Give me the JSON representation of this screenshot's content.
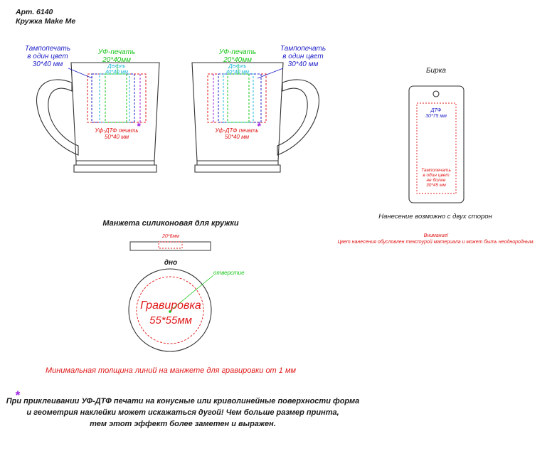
{
  "header": {
    "article": "Арт. 6140",
    "product": "Кружка Make Me"
  },
  "mug_left": {
    "pad": [
      "Тампопечать",
      "в один цвет",
      "30*40 мм"
    ],
    "uv": [
      "УФ-печать",
      "20*40мм"
    ],
    "decal": [
      "Деколь",
      "40*40 мм"
    ],
    "dtf": [
      "Уф-ДТФ печать",
      "50*40 мм"
    ],
    "star": "*"
  },
  "mug_right": {
    "pad": [
      "Тампопечать",
      "в один цвет",
      "30*40 мм"
    ],
    "uv": [
      "УФ-печать",
      "20*40мм"
    ],
    "decal": [
      "Деколь",
      "40*40 мм"
    ],
    "dtf": [
      "Уф-ДТФ печать",
      "50*40 мм"
    ],
    "star": "*"
  },
  "tag": {
    "title": "Бирка",
    "dtf": [
      "ДТФ",
      "30*75 мм"
    ],
    "pad": [
      "Тампопечать",
      "в один цвет",
      "не более",
      "30*45 мм"
    ],
    "note": "Нанесение возможно с двух сторон",
    "warning": [
      "Внимание!",
      "Цвет нанесения обусловлен текстурой материала и может быть неоднородным."
    ]
  },
  "sleeve": {
    "title": "Манжета силиконовая для кружки",
    "size": "20*6мм"
  },
  "bottom": {
    "title": "дно",
    "hole": "отверстие",
    "engraving": "Гравировка",
    "engraving_size": "55*55мм"
  },
  "min_line": "Минимальная толщина линий на манжете для гравировки от 1 мм",
  "footnote": {
    "star": "*",
    "lines": [
      "При приклеивании УФ-ДТФ печати на конусные или криволинейные поверхности форма",
      "и геометрия наклейки может искажаться дугой! Чем больше размер принта,",
      "тем этот эффект более заметен и выражен."
    ]
  },
  "colors": {
    "pad": "#1f1fc8",
    "uv": "#18c418",
    "decal": "#18b8d8",
    "dtf": "#e01818",
    "star": "#a020e0",
    "line": "#333333"
  }
}
